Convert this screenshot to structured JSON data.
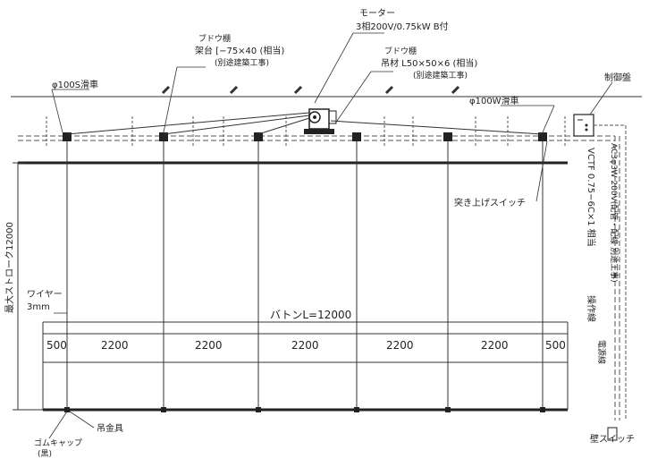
{
  "labels": {
    "motor_title": "モーター",
    "motor_spec": "3相200V/0.75kW B付",
    "shelf1_title": "ブドウ棚",
    "shelf1_base": "架台 [−75×40 (相当)",
    "shelf1_note": "(別途建築工事)",
    "shelf2_title": "ブドウ棚",
    "shelf2_member": "吊材 L50×50×6 (相当)",
    "shelf2_note": "(別途建築工事)",
    "pulley_s": "φ100S滑車",
    "pulley_w": "φ100W滑車",
    "control_panel": "制御盤",
    "push_switch": "突き上げスイッチ",
    "stroke": "最大ストローク12000",
    "wire_label": "ワイヤー",
    "wire_size": "3mm",
    "operation_cable_a": "操作線",
    "operation_cable_b": "VCTF 0.75−6C×1 相当",
    "power_cable_a": "電源線",
    "power_cable_b": "AC3φ3W 200V(配管・配線 別途工事)",
    "wall_switch": "壁スイッチ",
    "baton": "バトンL=12000",
    "hook": "吊金具",
    "rubber_cap": "ゴムキャップ",
    "rubber_cap_color": "(黒)"
  },
  "dimensions": [
    "500",
    "2200",
    "2200",
    "2200",
    "2200",
    "2200",
    "500"
  ]
}
